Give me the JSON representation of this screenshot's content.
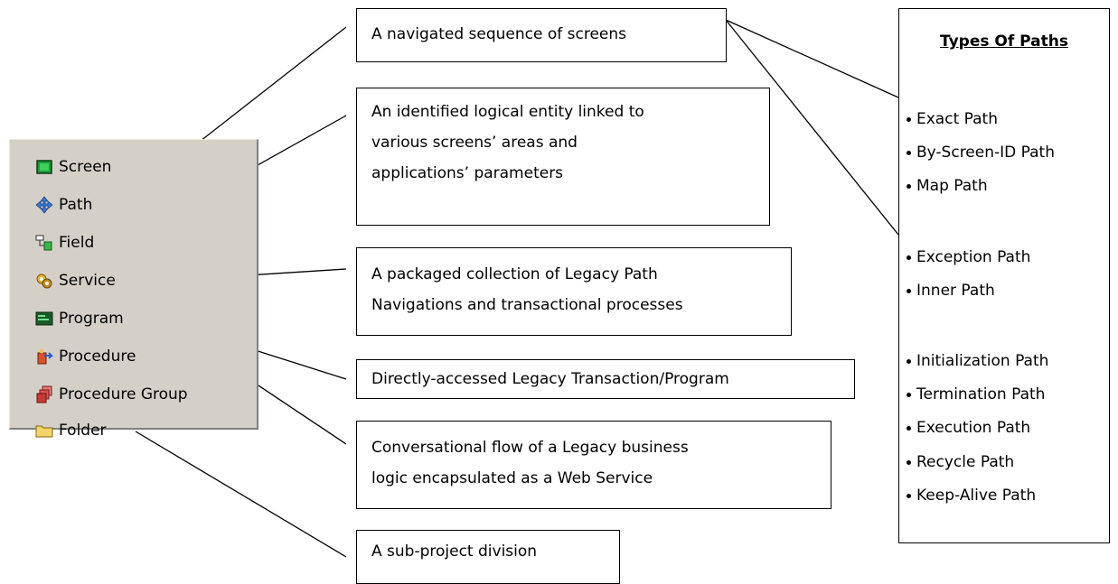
{
  "menu": {
    "items": [
      {
        "label": "Screen",
        "icon": "screen-icon"
      },
      {
        "label": "Path",
        "icon": "path-icon"
      },
      {
        "label": "Field",
        "icon": "field-icon"
      },
      {
        "label": "Service",
        "icon": "service-icon"
      },
      {
        "label": "Program",
        "icon": "program-icon"
      },
      {
        "label": "Procedure",
        "icon": "procedure-icon"
      },
      {
        "label": "Procedure Group",
        "icon": "procedure-group-icon"
      },
      {
        "label": "Folder",
        "icon": "folder-icon"
      }
    ]
  },
  "callouts": {
    "path": [
      "A navigated sequence of screens"
    ],
    "field": [
      "An identified logical entity linked to",
      "various screens’ areas and",
      "applications’ parameters"
    ],
    "service": [
      "A packaged collection of Legacy Path",
      "Navigations and transactional processes"
    ],
    "program": [
      "Directly-accessed Legacy Transaction/Program"
    ],
    "procedure": [
      "Conversational flow of a Legacy business",
      "logic encapsulated as a Web Service"
    ],
    "folder": [
      "A sub-project division"
    ]
  },
  "types": {
    "title": "Types Of Paths",
    "items": [
      "Exact Path",
      "By-Screen-ID Path",
      "Map Path",
      "Exception Path",
      "Inner Path",
      "Initialization Path",
      "Termination Path",
      "Execution Path",
      "Recycle Path",
      "Keep-Alive Path"
    ]
  },
  "colors": {
    "panel_bg": "#d4d0c8",
    "screen_green": "#1f9a3a",
    "path_blue": "#3a7bd5",
    "folder_yellow": "#f3d36b"
  }
}
